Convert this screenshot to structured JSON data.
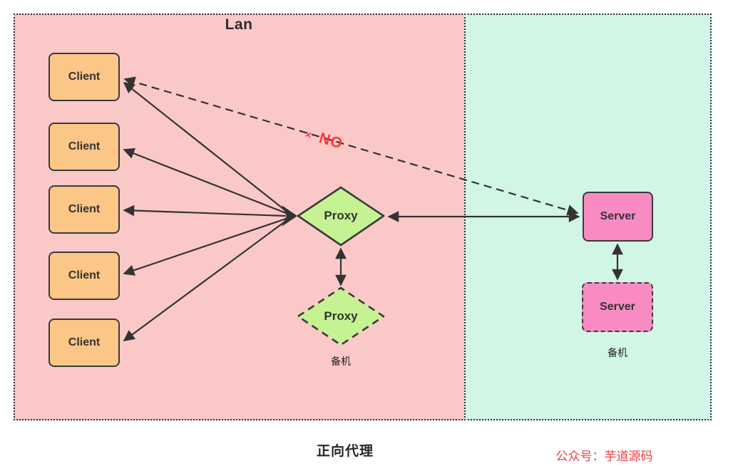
{
  "diagram": {
    "title": "正向代理",
    "watermark": "公众号：芋道源码"
  },
  "lan": {
    "label": "Lan",
    "clients": [
      "Client",
      "Client",
      "Client",
      "Client",
      "Client"
    ],
    "proxy": {
      "label": "Proxy"
    },
    "proxy_backup": {
      "label": "Proxy",
      "caption": "备机"
    }
  },
  "wan": {
    "server": {
      "label": "Server"
    },
    "server_backup": {
      "label": "Server",
      "caption": "备机"
    }
  },
  "no_label": {
    "cross": "×",
    "text": "NO"
  },
  "colors": {
    "lan_background": "#fbc8c8",
    "wan_background": "#d2f6e5",
    "client_fill": "#fcc687",
    "proxy_fill": "#c5f393",
    "server_fill": "#f98bc3",
    "stroke": "#383838",
    "no_red": "#fb3a3a",
    "watermark_red": "#f23c3c"
  }
}
